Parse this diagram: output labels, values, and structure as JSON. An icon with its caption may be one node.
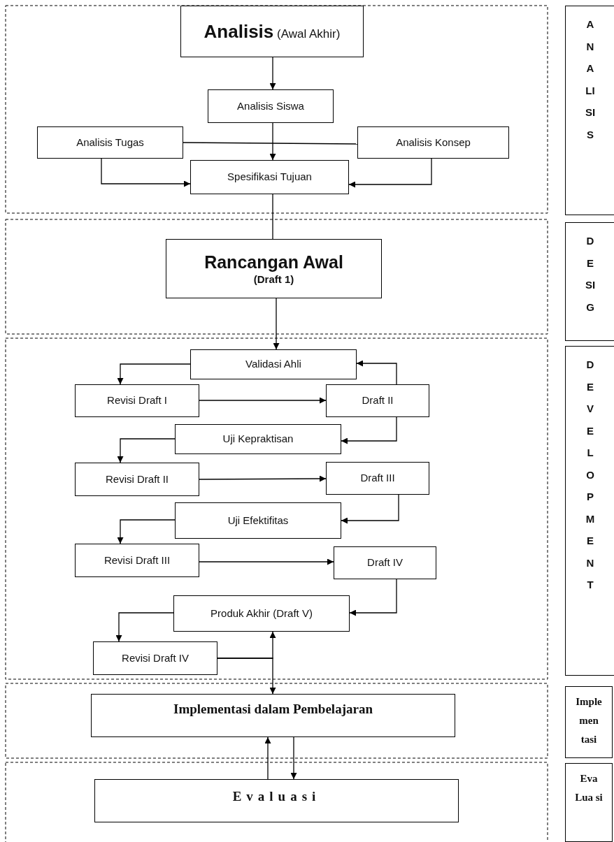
{
  "diagram": {
    "nodes": [
      {
        "text": [
          "**Analisis** (Awal Akhir)"
        ]
      },
      {
        "text": [
          "Analisis Siswa"
        ]
      },
      {
        "text": [
          "Analisis Tugas"
        ]
      },
      {
        "text": [
          "Analisis Konsep"
        ]
      },
      {
        "text": [
          "Spesifikasi Tujuan"
        ]
      },
      {
        "text": [
          "Rancangan Awal",
          "(Draft 1)"
        ]
      },
      {
        "text": [
          "Validasi Ahli"
        ]
      },
      {
        "text": [
          "Revisi Draft I"
        ]
      },
      {
        "text": [
          "Draft II"
        ]
      },
      {
        "text": [
          "Uji Kepraktisan"
        ]
      },
      {
        "text": [
          "Revisi Draft II"
        ]
      },
      {
        "text": [
          "Draft III"
        ]
      },
      {
        "text": [
          "Uji Efektifitas"
        ]
      },
      {
        "text": [
          "Revisi Draft III"
        ]
      },
      {
        "text": [
          "Draft IV"
        ]
      },
      {
        "text": [
          "Produk Akhir (Draft V)"
        ]
      },
      {
        "text": [
          "Revisi Draft IV"
        ]
      },
      {
        "text": [
          "Implementasi dalam Pembelajaran"
        ]
      },
      {
        "text": [
          "Evaluasi"
        ]
      },
      {
        "text": [
          "ANALISIS"
        ]
      },
      {
        "text": [
          "DESIG"
        ]
      },
      {
        "text": [
          "DEVELOPMENT"
        ]
      },
      {
        "text": [
          "Imple men tasi"
        ]
      },
      {
        "text": [
          "Eva Lua si"
        ]
      }
    ],
    "edges": [
      {
        "from": 0,
        "to": 1,
        "arrow": "to"
      },
      {
        "from": 1,
        "to": 4,
        "arrow": "to"
      },
      {
        "from": 2,
        "to": 3,
        "arrow": "none"
      },
      {
        "from": 2,
        "to": 4,
        "arrow": "to"
      },
      {
        "from": 3,
        "to": 4,
        "arrow": "to"
      },
      {
        "from": 4,
        "to": 5,
        "arrow": "none"
      },
      {
        "from": 5,
        "to": 6,
        "arrow": "to"
      },
      {
        "from": 6,
        "to": 7,
        "arrow": "to"
      },
      {
        "from": 7,
        "to": 8,
        "arrow": "to"
      },
      {
        "from": 8,
        "to": 6,
        "arrow": "to"
      },
      {
        "from": 8,
        "to": 9,
        "arrow": "to"
      },
      {
        "from": 9,
        "to": 10,
        "arrow": "to"
      },
      {
        "from": 10,
        "to": 11,
        "arrow": "to"
      },
      {
        "from": 11,
        "to": 12,
        "arrow": "to"
      },
      {
        "from": 12,
        "to": 13,
        "arrow": "to"
      },
      {
        "from": 13,
        "to": 14,
        "arrow": "to"
      },
      {
        "from": 14,
        "to": 15,
        "arrow": "to"
      },
      {
        "from": 15,
        "to": 16,
        "arrow": "to"
      },
      {
        "from": 16,
        "to": 15,
        "arrow": "to"
      },
      {
        "from": 16,
        "to": 17,
        "arrow": "to"
      },
      {
        "from": 17,
        "to": 18,
        "arrow": "to"
      },
      {
        "from": 18,
        "to": 17,
        "arrow": "to"
      }
    ]
  }
}
